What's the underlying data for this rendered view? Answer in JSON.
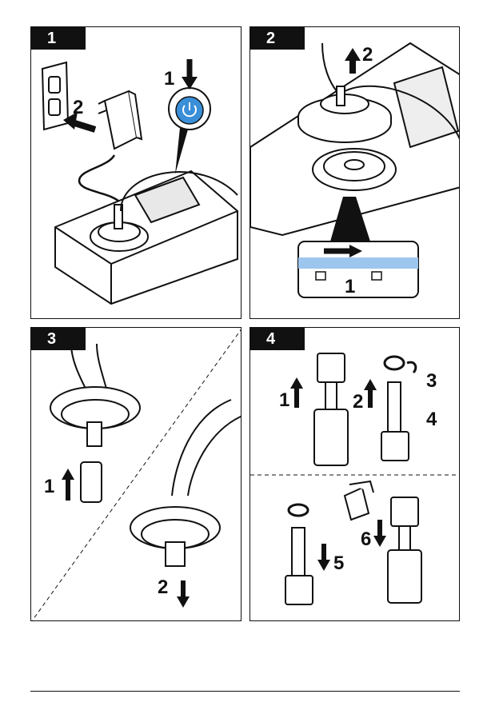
{
  "panels": [
    {
      "tab": "1",
      "callouts": [
        "1",
        "2"
      ]
    },
    {
      "tab": "2",
      "callouts": [
        "2",
        "1"
      ]
    },
    {
      "tab": "3",
      "callouts": [
        "1",
        "2"
      ]
    },
    {
      "tab": "4",
      "callouts": [
        "1",
        "2",
        "3",
        "4",
        "5",
        "6"
      ]
    }
  ]
}
